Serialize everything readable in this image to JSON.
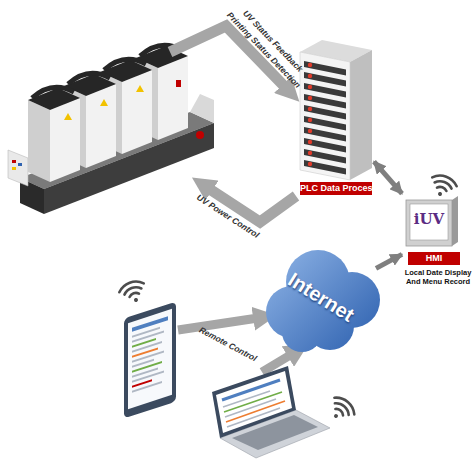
{
  "diagram": {
    "nodes": [
      {
        "text": [
          "PLC Data Process"
        ]
      },
      {
        "text": [
          "iUV",
          "HMI",
          "Local Date Display And Menu Record"
        ]
      },
      {
        "text": [
          "Internet"
        ]
      }
    ],
    "edges": [
      {
        "from": 0,
        "to": 1,
        "arrow": "both"
      },
      {
        "from": 2,
        "to": 1,
        "arrow": "to"
      }
    ],
    "labels": [
      "UV Status Feedback",
      "Printing Status Detection",
      "UV Power Control",
      "Remote Control"
    ]
  }
}
